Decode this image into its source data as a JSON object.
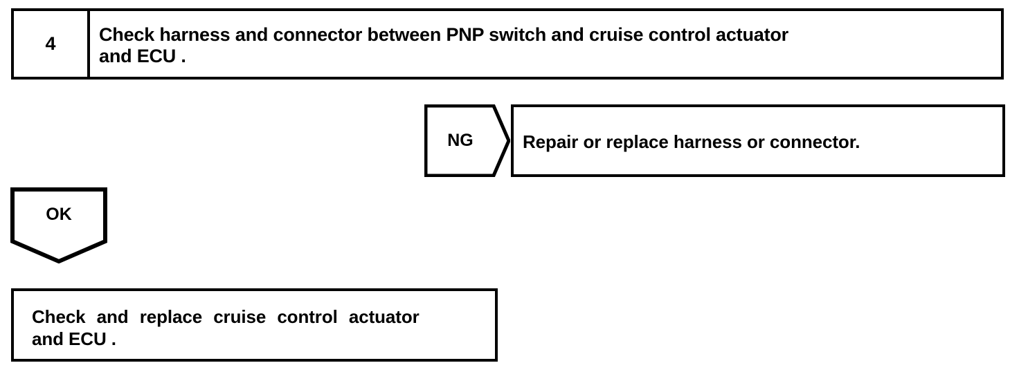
{
  "diagram": {
    "type": "troubleshooting-flowchart",
    "ink_color": "#000000",
    "background_color": "#ffffff",
    "step": {
      "number": "4",
      "instruction_line_1": "Check harness and connector between PNP switch and cruise control actuator",
      "instruction_line_2": "and ECU ."
    },
    "branches": {
      "ng": {
        "label": "NG",
        "result": "Repair or replace harness or connector."
      },
      "ok": {
        "label": "OK",
        "result_line_1": "Check and replace cruise control actuator",
        "result_line_2": "and ECU ."
      }
    }
  }
}
